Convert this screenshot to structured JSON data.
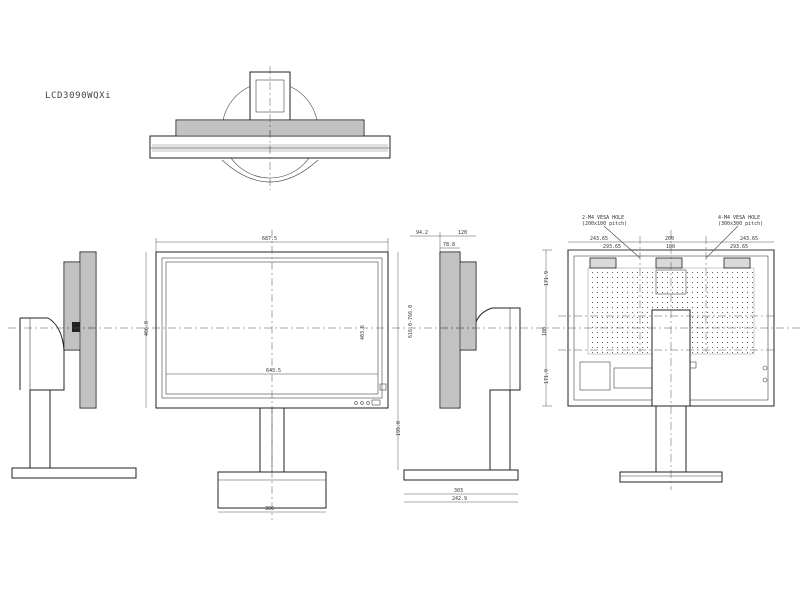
{
  "model_name": "LCD3090WQXi",
  "front_view": {
    "overall_width": "687.5",
    "screen_width": "643.5",
    "overall_height": "466.8",
    "screen_height": "403.6",
    "base_width": "306"
  },
  "side_view": {
    "top_dim_1": "94.2",
    "top_dim_2": "120",
    "inner_dim": "78.8",
    "height_range": "616.0-766.0",
    "lower_height": "195.0",
    "base_depth": "303",
    "overall_depth": "242.9"
  },
  "rear_view": {
    "vesa_left_title": "2-M4 VESA HOLE",
    "vesa_left_pitch": "(200x100 pitch)",
    "vesa_right_title": "4-M4 VESA HOLE",
    "vesa_right_pitch": "(300x300 pitch)",
    "dim_left": "243.65",
    "dim_center": "200",
    "dim_right": "243.65",
    "dim_left_inner": "293.65",
    "dim_center_inner": "100",
    "dim_right_inner": "293.65",
    "dim_upper_v": "171.9",
    "dim_mid_v": "100",
    "dim_lower_v": "171.9"
  }
}
